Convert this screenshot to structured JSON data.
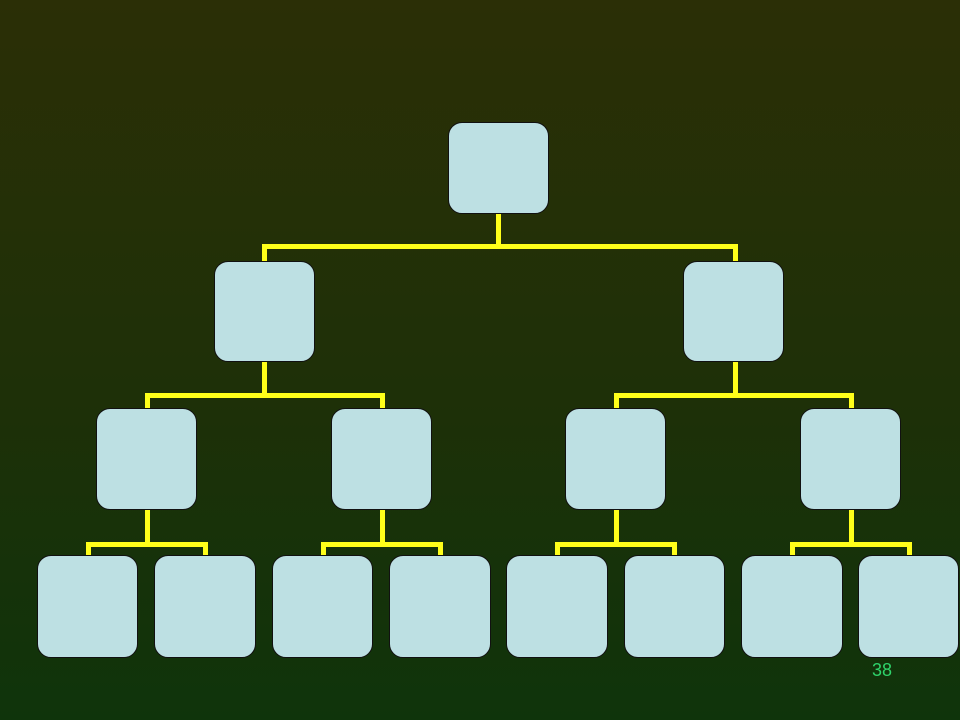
{
  "slide": {
    "page_number": "38"
  },
  "colors": {
    "background_top": "#2b2f06",
    "background_bottom": "#0f340b",
    "node_fill": "#bde0e3",
    "connector": "#ffff1a",
    "page_number": "#2fd36a"
  },
  "tree": {
    "levels": 4,
    "branching": 2,
    "node_count": 15
  }
}
